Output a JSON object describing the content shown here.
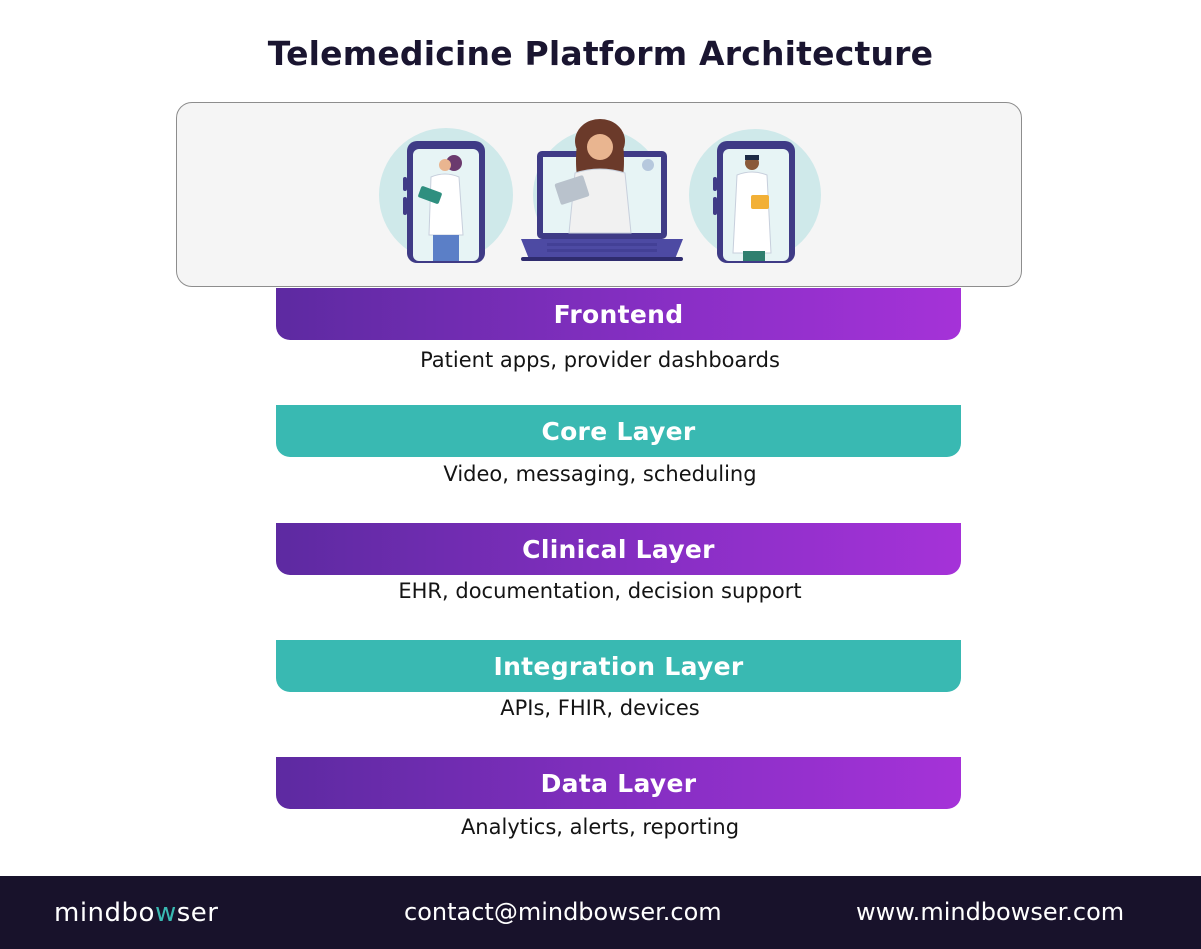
{
  "title": "Telemedicine Platform Architecture",
  "hero": {
    "illustrations": [
      "female-doctor-phone-icon",
      "female-doctor-laptop-icon",
      "male-doctor-phone-icon"
    ]
  },
  "layers": [
    {
      "name": "Frontend",
      "description": "Patient apps, provider dashboards",
      "color": "#8a2fc6"
    },
    {
      "name": "Core Layer",
      "description": "Video, messaging, scheduling",
      "color": "#39b9b2"
    },
    {
      "name": "Clinical Layer",
      "description": "EHR, documentation, decision support",
      "color": "#8a2fc6"
    },
    {
      "name": "Integration Layer",
      "description": "APIs, FHIR, devices",
      "color": "#39b9b2"
    },
    {
      "name": "Data Layer",
      "description": "Analytics, alerts, reporting",
      "color": "#8a2fc6"
    }
  ],
  "footer": {
    "brand_pre": "mindbo",
    "brand_accent": "w",
    "brand_post": "ser",
    "email": "contact@mindbowser.com",
    "website": "www.mindbowser.com"
  },
  "colors": {
    "purple": "#8a2fc6",
    "teal": "#39b9b2",
    "footer_bg": "#18122b"
  }
}
